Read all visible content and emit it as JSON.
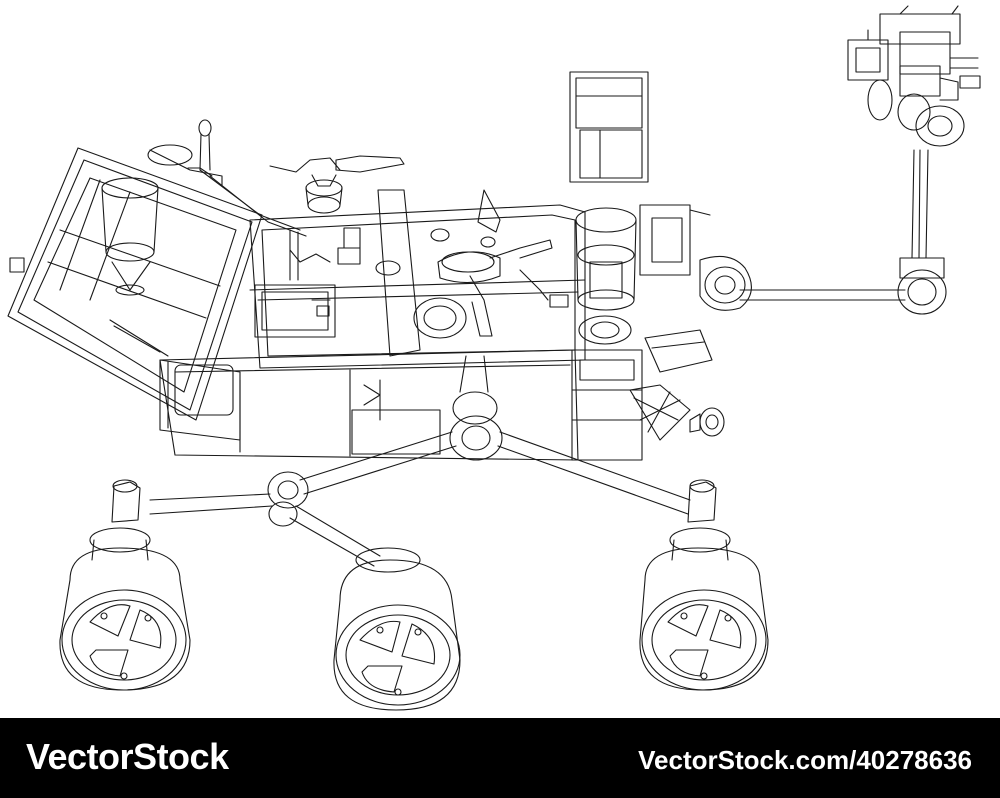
{
  "illustration": {
    "subject": "rover-wireframe",
    "line_color": "#1a1a1a",
    "background": "#ffffff"
  },
  "footer": {
    "brand": "VectorStock",
    "image_id": "VectorStock.com/40278636",
    "background": "#000000",
    "text_color": "#ffffff"
  }
}
